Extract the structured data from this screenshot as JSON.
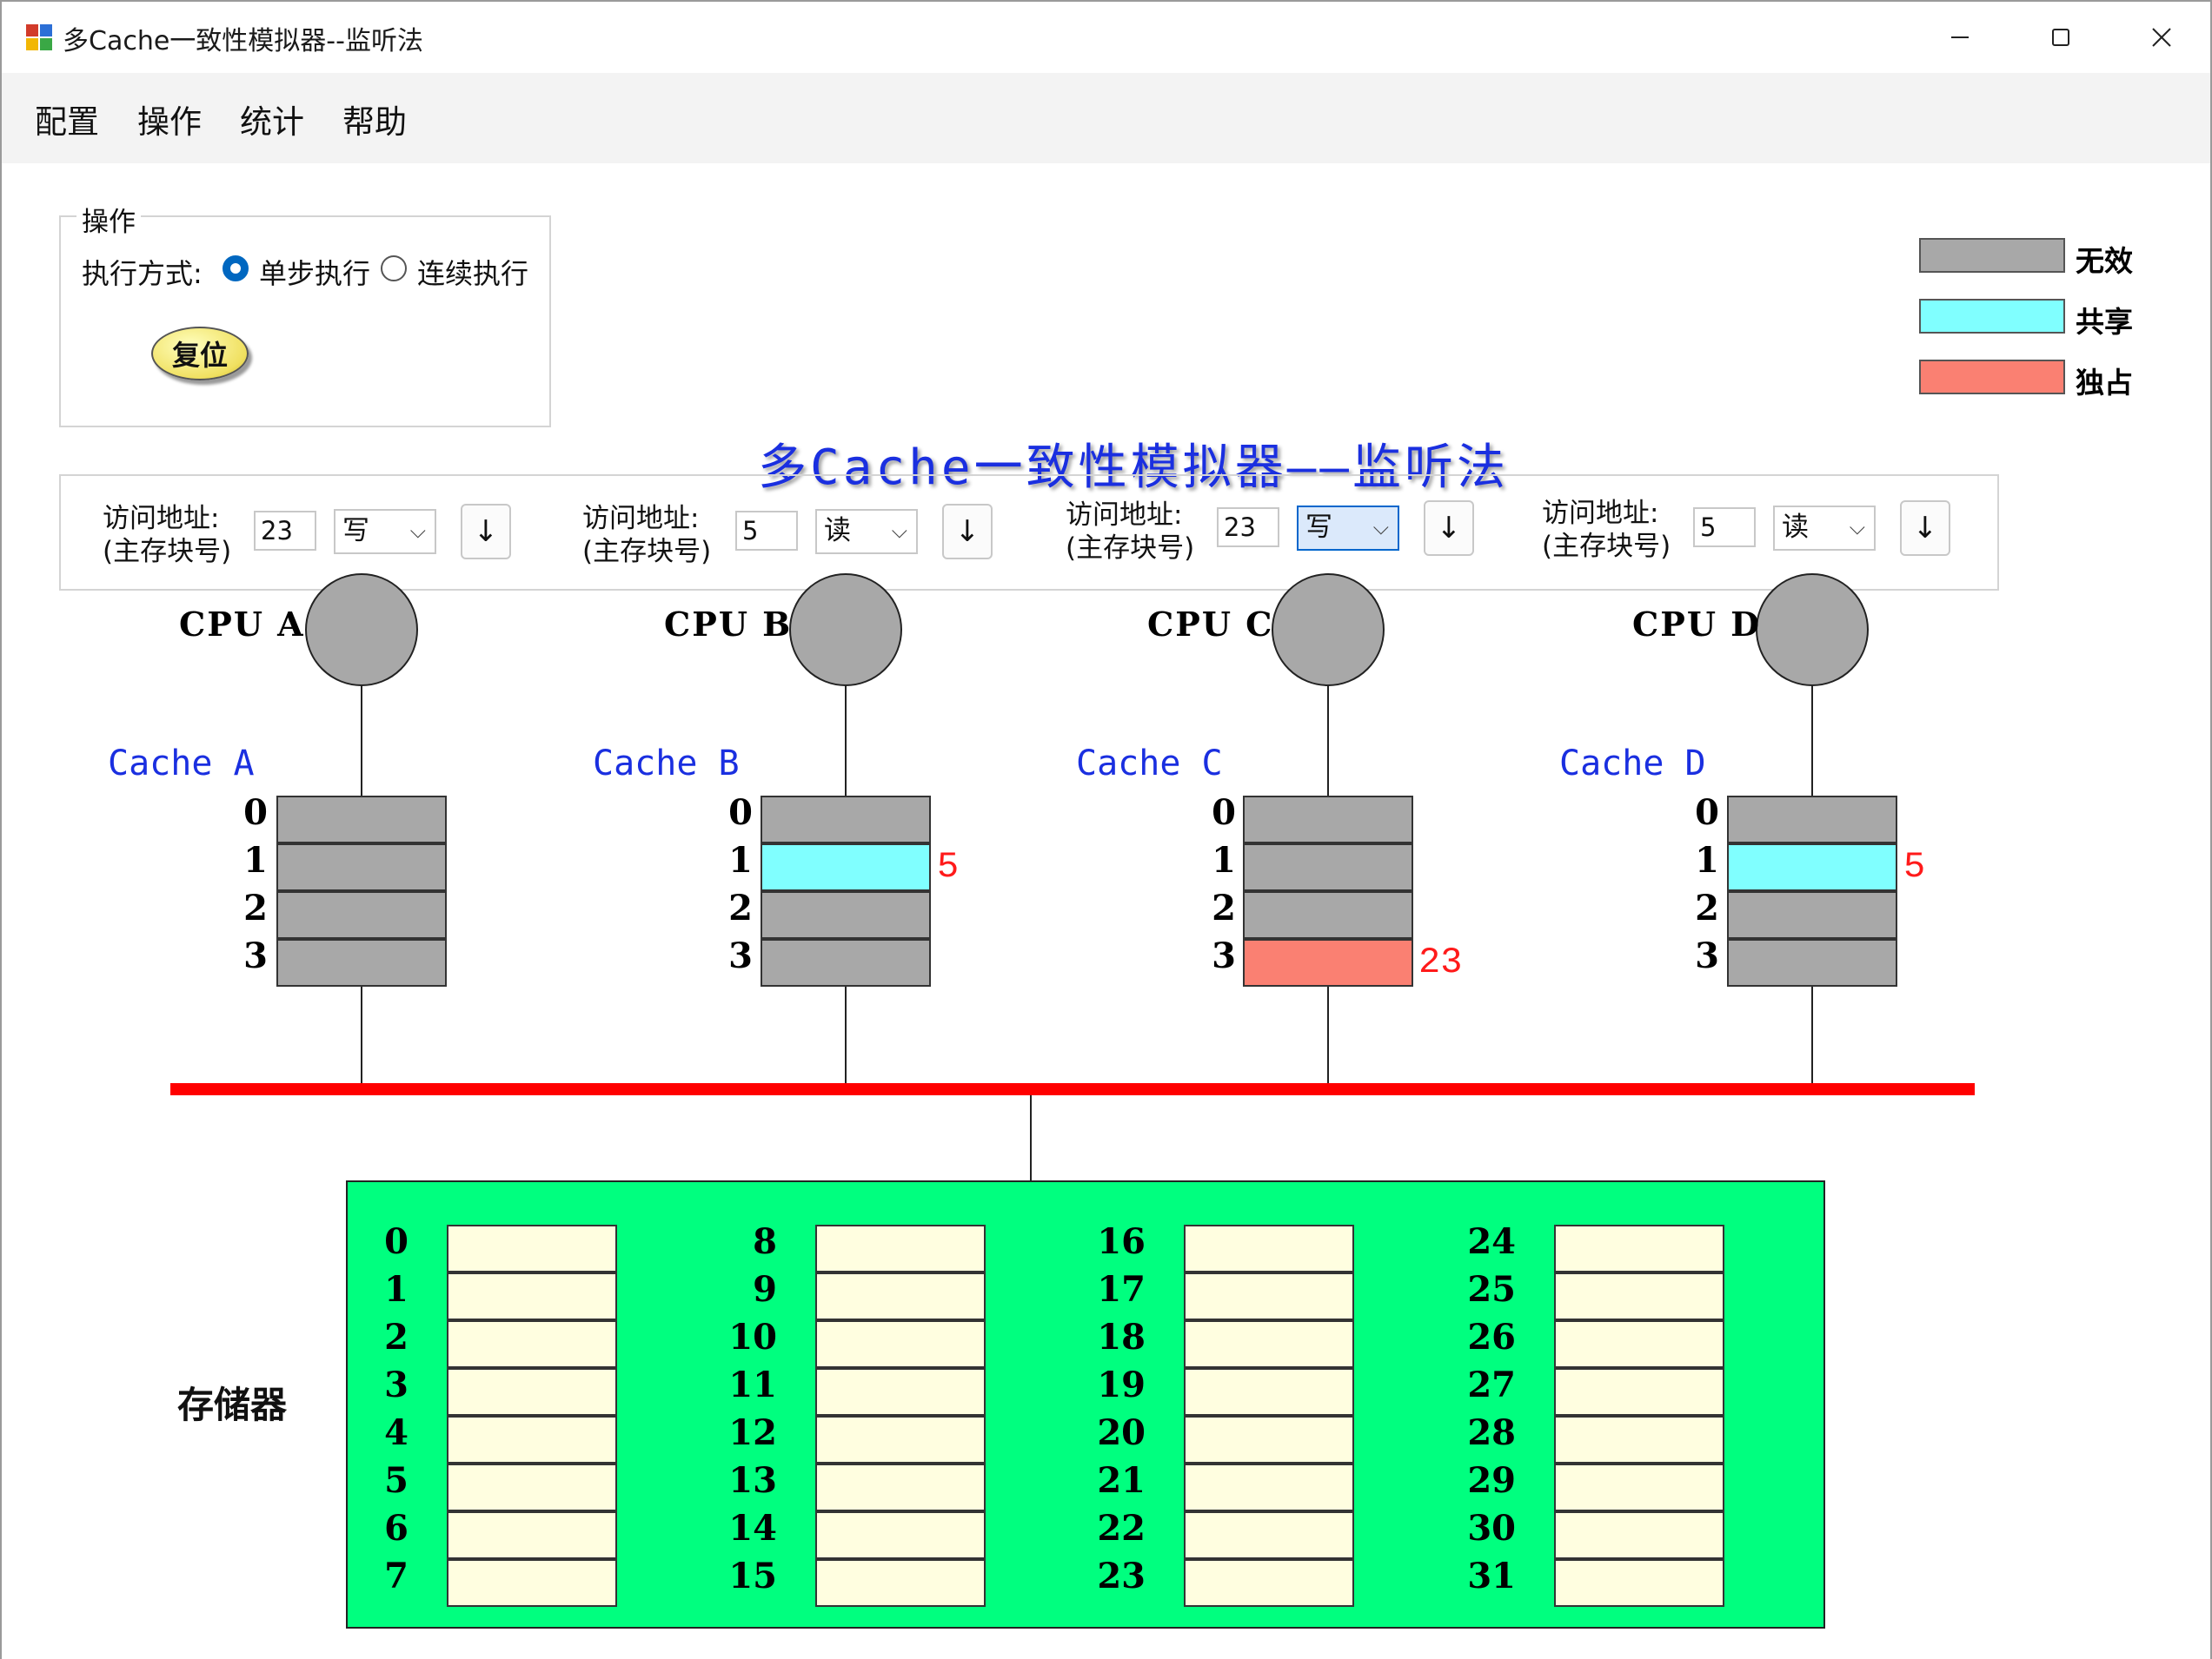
{
  "window": {
    "title": "多Cache一致性模拟器--监听法",
    "controls": {
      "minimize": "—",
      "maximize": "☐",
      "close": "✕"
    }
  },
  "menu": [
    "配置",
    "操作",
    "统计",
    "帮助"
  ],
  "operation_group": {
    "title": "操作",
    "mode_label": "执行方式:",
    "mode_options": [
      "单步执行",
      "连续执行"
    ],
    "selected_mode": "单步执行",
    "reset_button": "复位"
  },
  "main_title": "多Cache一致性模拟器——监听法",
  "legend": [
    {
      "label": "无效",
      "color": "#a8a8a8"
    },
    {
      "label": "共享",
      "color": "#80ffff"
    },
    {
      "label": "独占",
      "color": "#fa8072"
    }
  ],
  "access": [
    {
      "label_line1": "访问地址:",
      "label_line2": "(主存块号)",
      "address": "23",
      "op": "写",
      "exec_icon": "↓"
    },
    {
      "label_line1": "访问地址:",
      "label_line2": "(主存块号)",
      "address": "5",
      "op": "读",
      "exec_icon": "↓"
    },
    {
      "label_line1": "访问地址:",
      "label_line2": "(主存块号)",
      "address": "23",
      "op": "写",
      "exec_icon": "↓"
    },
    {
      "label_line1": "访问地址:",
      "label_line2": "(主存块号)",
      "address": "5",
      "op": "读",
      "exec_icon": "↓"
    }
  ],
  "cpus": [
    {
      "cpu_label": "CPU  A",
      "cache_label": "Cache  A",
      "lines": [
        {
          "no": "0",
          "state": "invalid",
          "tag": ""
        },
        {
          "no": "1",
          "state": "invalid",
          "tag": ""
        },
        {
          "no": "2",
          "state": "invalid",
          "tag": ""
        },
        {
          "no": "3",
          "state": "invalid",
          "tag": ""
        }
      ]
    },
    {
      "cpu_label": "CPU  B",
      "cache_label": "Cache  B",
      "lines": [
        {
          "no": "0",
          "state": "invalid",
          "tag": ""
        },
        {
          "no": "1",
          "state": "shared",
          "tag": "5"
        },
        {
          "no": "2",
          "state": "invalid",
          "tag": ""
        },
        {
          "no": "3",
          "state": "invalid",
          "tag": ""
        }
      ]
    },
    {
      "cpu_label": "CPU  C",
      "cache_label": "Cache  C",
      "lines": [
        {
          "no": "0",
          "state": "invalid",
          "tag": ""
        },
        {
          "no": "1",
          "state": "invalid",
          "tag": ""
        },
        {
          "no": "2",
          "state": "invalid",
          "tag": ""
        },
        {
          "no": "3",
          "state": "exclusive",
          "tag": "23"
        }
      ]
    },
    {
      "cpu_label": "CPU  D",
      "cache_label": "Cache  D",
      "lines": [
        {
          "no": "0",
          "state": "invalid",
          "tag": ""
        },
        {
          "no": "1",
          "state": "shared",
          "tag": "5"
        },
        {
          "no": "2",
          "state": "invalid",
          "tag": ""
        },
        {
          "no": "3",
          "state": "invalid",
          "tag": ""
        }
      ]
    }
  ],
  "state_colors": {
    "invalid": "#a8a8a8",
    "shared": "#80ffff",
    "exclusive": "#fa8072"
  },
  "bus_color": "#ff0000",
  "memory": {
    "label": "存储器",
    "columns": [
      [
        "0",
        "1",
        "2",
        "3",
        "4",
        "5",
        "6",
        "7"
      ],
      [
        "8",
        "9",
        "10",
        "11",
        "12",
        "13",
        "14",
        "15"
      ],
      [
        "16",
        "17",
        "18",
        "19",
        "20",
        "21",
        "22",
        "23"
      ],
      [
        "24",
        "25",
        "26",
        "27",
        "28",
        "29",
        "30",
        "31"
      ]
    ]
  }
}
